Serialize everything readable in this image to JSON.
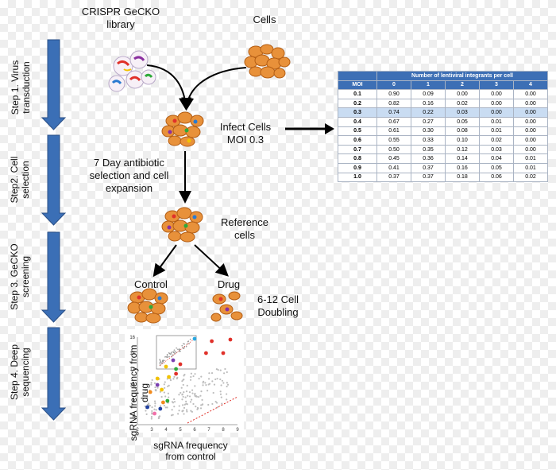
{
  "colors": {
    "step_arrow": "#3b6fb6",
    "table_header": "#3d6fb5",
    "table_highlight": "#c9dcf2",
    "cell": "#e8913a",
    "diagonal": "#e0312a"
  },
  "labels": {
    "library": "CRISPR GeCKO library",
    "cells": "Cells",
    "infect": "Infect Cells MOI 0.3",
    "selection": "7 Day antibiotic selection and cell expansion",
    "reference": "Reference cells",
    "control": "Control",
    "drug": "Drug",
    "doubling": "6-12 Cell Doubling"
  },
  "steps": [
    {
      "label": "Step 1. Virus transduction"
    },
    {
      "label": "Step2. Cell selection"
    },
    {
      "label": "Step 3. GeCKO screening"
    },
    {
      "label": "Step 4. Deep sequencing"
    }
  ],
  "table": {
    "title": "Number of lentiviral integrants per cell",
    "col_header": "MOI",
    "columns": [
      "0",
      "1",
      "2",
      "3",
      "4"
    ],
    "highlight_moi": "0.3",
    "rows": [
      {
        "moi": "0.1",
        "values": [
          "0.90",
          "0.09",
          "0.00",
          "0.00",
          "0.00"
        ]
      },
      {
        "moi": "0.2",
        "values": [
          "0.82",
          "0.16",
          "0.02",
          "0.00",
          "0.00"
        ]
      },
      {
        "moi": "0.3",
        "values": [
          "0.74",
          "0.22",
          "0.03",
          "0.00",
          "0.00"
        ]
      },
      {
        "moi": "0.4",
        "values": [
          "0.67",
          "0.27",
          "0.05",
          "0.01",
          "0.00"
        ]
      },
      {
        "moi": "0.5",
        "values": [
          "0.61",
          "0.30",
          "0.08",
          "0.01",
          "0.00"
        ]
      },
      {
        "moi": "0.6",
        "values": [
          "0.55",
          "0.33",
          "0.10",
          "0.02",
          "0.00"
        ]
      },
      {
        "moi": "0.7",
        "values": [
          "0.50",
          "0.35",
          "0.12",
          "0.03",
          "0.00"
        ]
      },
      {
        "moi": "0.8",
        "values": [
          "0.45",
          "0.36",
          "0.14",
          "0.04",
          "0.01"
        ]
      },
      {
        "moi": "0.9",
        "values": [
          "0.41",
          "0.37",
          "0.16",
          "0.05",
          "0.01"
        ]
      },
      {
        "moi": "1.0",
        "values": [
          "0.37",
          "0.37",
          "0.18",
          "0.06",
          "0.02"
        ]
      }
    ]
  },
  "chart_data": {
    "type": "scatter",
    "xlabel": "sgRNA frequency from control",
    "ylabel": "sgRNA frequency from drug",
    "xlim": [
      2,
      9
    ],
    "ylim": [
      5,
      16
    ],
    "x_ticks": [
      "2",
      "3",
      "4",
      "5",
      "6",
      "7",
      "8",
      "9"
    ],
    "y_ticks": [
      "6",
      "8",
      "10",
      "12",
      "14",
      "16"
    ],
    "diagonal": {
      "x": [
        5.5,
        9
      ],
      "y": [
        5.2,
        8.5
      ],
      "color": "#e0312a"
    },
    "series": [
      {
        "color": "#e0312a",
        "points": [
          [
            7.2,
            15.5
          ],
          [
            8.5,
            15.7
          ],
          [
            6.8,
            14.0
          ],
          [
            8.0,
            14.0
          ],
          [
            5.0,
            12.6
          ],
          [
            4.7,
            11.4
          ]
        ]
      },
      {
        "color": "#2aa8e0",
        "points": [
          [
            6.0,
            15.8
          ]
        ]
      },
      {
        "color": "#f2c200",
        "points": [
          [
            4.2,
            11.0
          ],
          [
            3.4,
            10.8
          ],
          [
            3.7,
            9.4
          ],
          [
            4.0,
            12.3
          ]
        ]
      },
      {
        "color": "#2eaa3a",
        "points": [
          [
            4.7,
            12.0
          ],
          [
            4.1,
            8.0
          ]
        ]
      },
      {
        "color": "#7a3fb0",
        "points": [
          [
            4.5,
            13.1
          ],
          [
            3.4,
            10.0
          ]
        ]
      },
      {
        "color": "#f28a1c",
        "points": [
          [
            2.9,
            9.1
          ],
          [
            3.8,
            7.8
          ]
        ]
      },
      {
        "color": "#1f3fa0",
        "points": [
          [
            3.6,
            7.0
          ],
          [
            2.7,
            7.2
          ]
        ]
      },
      {
        "color": "#f26fa8",
        "points": [
          [
            3.2,
            6.4
          ]
        ]
      }
    ]
  }
}
